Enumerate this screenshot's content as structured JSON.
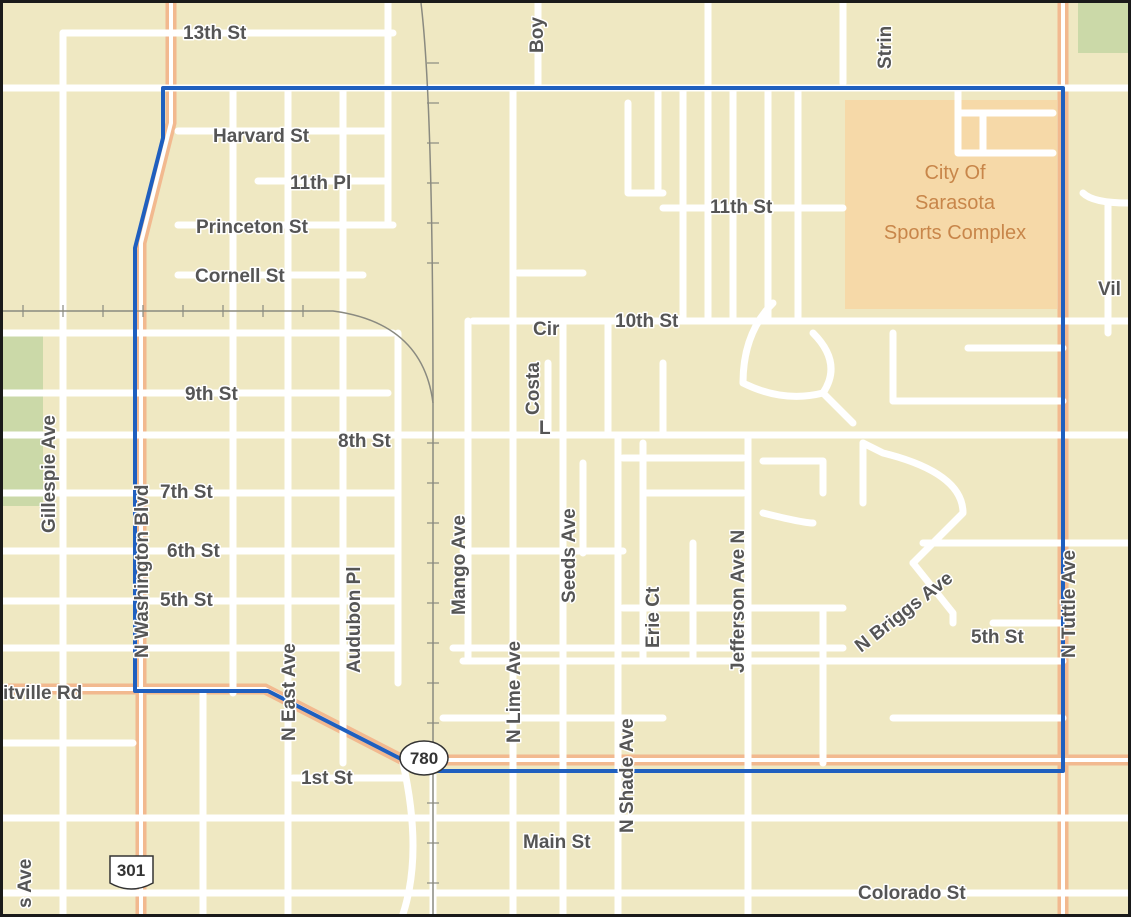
{
  "colors": {
    "land": "#efe8c2",
    "road": "#ffffff",
    "arterial": "#f2b98f",
    "park": "#cbd9a8",
    "sports_complex": "#f6d9a8",
    "boundary": "#1f5fbf",
    "railroad": "#8a8a80",
    "label": "#555555",
    "park_label": "#c8864a"
  },
  "street_labels": [
    "13th St",
    "Boy",
    "Strin",
    "Harvard St",
    "11th Pl",
    "Princeton St",
    "Cornell St",
    "11th St",
    "10th St",
    "Cir",
    "Costa",
    "L",
    "9th St",
    "8th St",
    "7th St",
    "6th St",
    "5th St",
    "Gillespie Ave",
    "N Washington Blvd",
    "Mango Ave",
    "N Lime Ave",
    "Seeds Ave",
    "Erie Ct",
    "Jefferson Ave N",
    "N Briggs Ave",
    "5th St",
    "N Tuttle Ave",
    "N East Ave",
    "Audubon Pl",
    "N Shade Ave",
    "itville Rd",
    "1st St",
    "Main St",
    "Colorado St",
    "s Ave",
    "Vil"
  ],
  "poi": {
    "sports_complex_line1": "City Of",
    "sports_complex_line2": "Sarasota",
    "sports_complex_line3": "Sports Complex"
  },
  "shields": {
    "route_780": "780",
    "us_301": "301"
  }
}
